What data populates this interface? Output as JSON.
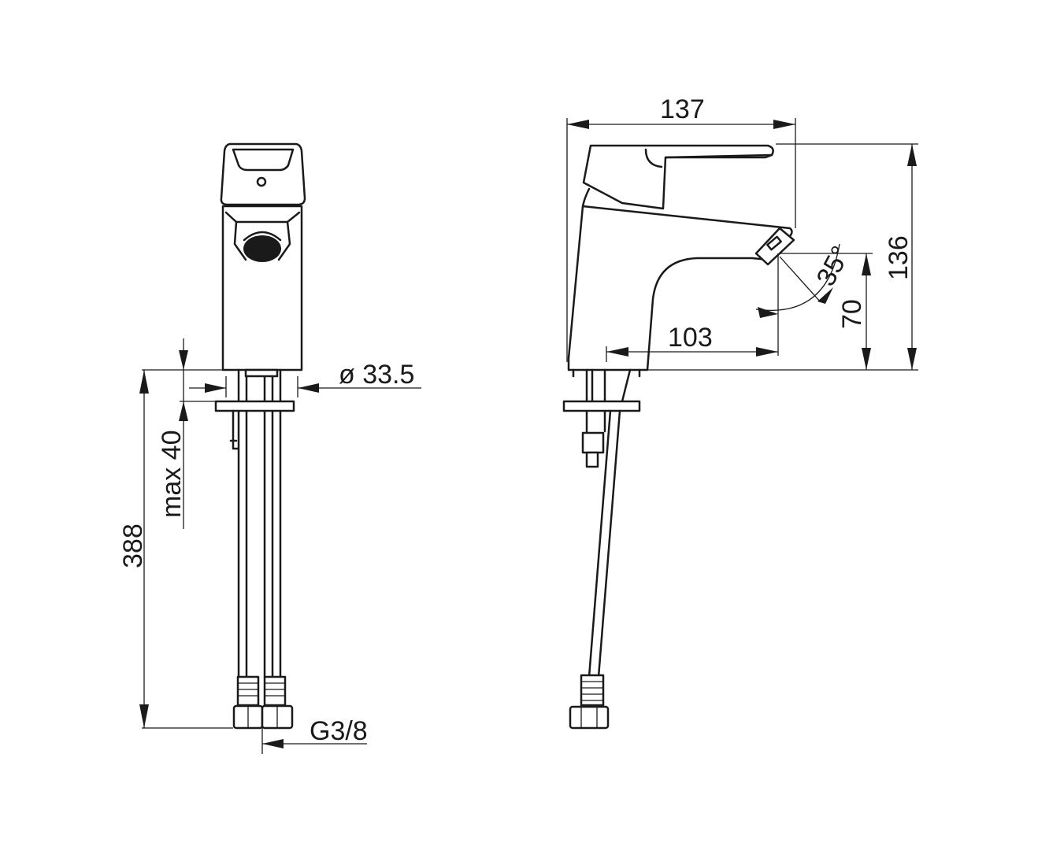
{
  "title": "Basin mixer dimension drawing",
  "dimensions": {
    "height_total": "388",
    "max_thickness": "max 40",
    "diameter": "ø 33.5",
    "connection": "G3/8",
    "depth": "137",
    "height": "136",
    "spout_height": "70",
    "spout_reach": "103",
    "angle": "35°"
  }
}
